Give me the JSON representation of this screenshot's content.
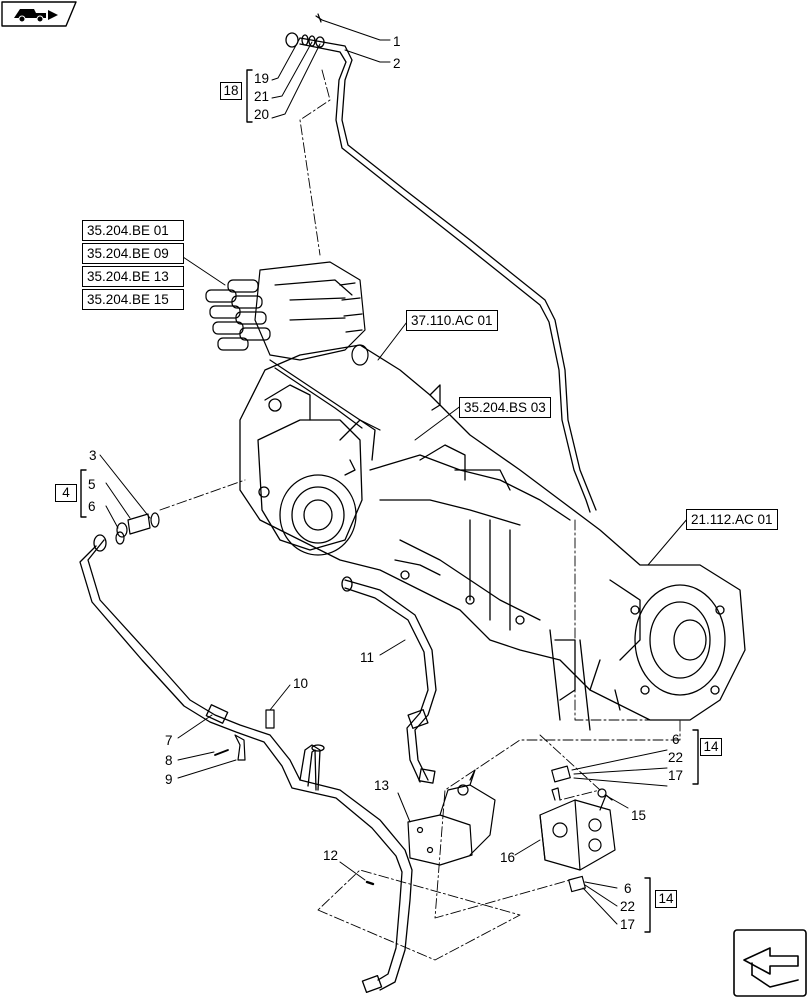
{
  "references": {
    "valve_refs": [
      "35.204.BE 01",
      "35.204.BE 09",
      "35.204.BE 13",
      "35.204.BE 15"
    ],
    "ref_37110": "37.110.AC 01",
    "ref_35204bs": "35.204.BS 03",
    "ref_21112": "21.112.AC 01"
  },
  "groups": {
    "g18": {
      "label": "18",
      "items": [
        "19",
        "21",
        "20"
      ]
    },
    "g4": {
      "label": "4",
      "items": [
        "5",
        "6"
      ]
    },
    "g14a": {
      "label": "14",
      "items": [
        "6",
        "22",
        "17"
      ]
    },
    "g14b": {
      "label": "14",
      "items": [
        "6",
        "22",
        "17"
      ]
    }
  },
  "callouts": {
    "c1": "1",
    "c2": "2",
    "c3": "3",
    "c7": "7",
    "c8": "8",
    "c9": "9",
    "c10": "10",
    "c11": "11",
    "c12": "12",
    "c13": "13",
    "c15": "15",
    "c16": "16"
  },
  "icons": {
    "top_left": "vehicle-book-icon",
    "bottom_right": "next-page-arrow-icon"
  }
}
